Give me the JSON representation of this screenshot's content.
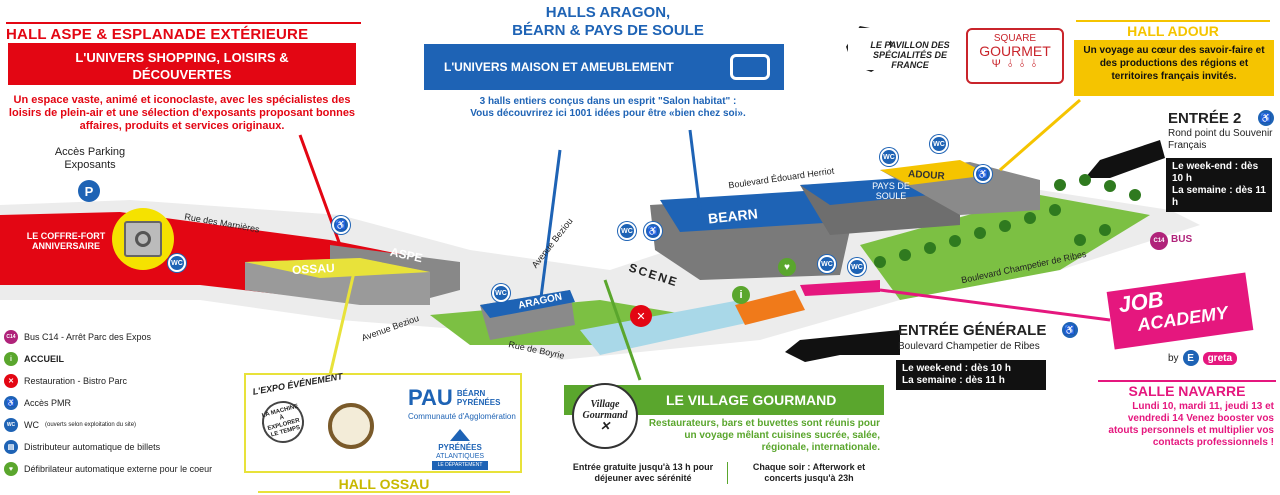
{
  "aspe": {
    "heading": "HALL ASPE & ESPLANADE EXTÉRIEURE",
    "box": "L'UNIVERS SHOPPING, LOISIRS & DÉCOUVERTES",
    "desc": "Un espace vaste, animé et iconoclaste, avec les spécialistes des loisirs de plein-air et une sélection d'exposants proposant bonnes affaires, produits et services originaux."
  },
  "aragon": {
    "heading_line1": "HALLS ARAGON,",
    "heading_line2": "BÉARN & PAYS DE SOULE",
    "box": "L'UNIVERS MAISON ET AMEUBLEMENT",
    "desc_line1": "3 halls entiers conçus dans un esprit \"Salon habitat\" :",
    "desc_line2": "Vous découvrirez ici 1001 idées pour être «bien chez soi»."
  },
  "adour": {
    "heading": "HALL ADOUR",
    "desc": "Un voyage au cœur des savoir-faire et des productions des régions et territoires français invités.",
    "pavillon": "LE PAVILLON DES SPÉCIALITÉS DE FRANCE",
    "square_line1": "SQUARE",
    "square_line2": "GOURMET"
  },
  "entree2": {
    "title": "ENTRÉE 2",
    "place": "Rond point du Souvenir Français",
    "weekend": "Le week-end : dès 10 h",
    "semaine": "La semaine : dès 11 h"
  },
  "entree_generale": {
    "title": "ENTRÉE GÉNÉRALE",
    "place": "Boulevard Champetier de Ribes",
    "weekend": "Le week-end : dès 10 h",
    "semaine": "La semaine : dès 11 h"
  },
  "job": {
    "line1": "JOB",
    "line2": "ACADEMY",
    "by": "by",
    "greta": "greta",
    "salle": "SALLE NAVARRE",
    "desc": "Lundi 10, mardi 11, jeudi 13 et vendredi 14 Venez booster vos atouts personnels et multiplier vos contacts professionnels !"
  },
  "village": {
    "title": "LE VILLAGE GOURMAND",
    "desc": "Restaurateurs, bars et buvettes sont réunis pour un voyage mêlant cuisines sucrée, salée, régionale, internationale.",
    "logo_line1": "Village",
    "logo_line2": "Gourmand",
    "note1": "Entrée gratuite jusqu'à 13 h pour déjeuner avec sérénité",
    "note2": "Chaque soir : Afterwork et concerts jusqu'à 23h"
  },
  "ossau": {
    "title": "HALL OSSAU",
    "expo": "L'EXPO ÉVÉNEMENT",
    "expo_sign": "LA MACHINE À EXPLORER LE TEMPS",
    "pau": "PAU",
    "pau_sub1": "BÉARN PYRÉNÉES",
    "pau_sub2": "Communauté d'Agglomération",
    "pyr1": "PYRÉNÉES",
    "pyr2": "ATLANTIQUES",
    "pyr3": "LE DÉPARTEMENT"
  },
  "map": {
    "acces": "Accès Parking Exposants",
    "coffre": "LE COFFRE-FORT ANNIVERSAIRE",
    "rue_marnieres": "Rue des Marnières",
    "avenue_beziou": "Avenue Beziou",
    "avenue_beziou2": "Avenue Beziou",
    "rue_boyrie": "Rue de Boyrie",
    "bd_herriot": "Boulevard Édouard Herriot",
    "bd_ribes": "Boulevard Champetier de Ribes",
    "scene": "SCENE",
    "bus": "BUS",
    "c14": "C14",
    "halls": {
      "aspe": "ASPE",
      "ossau": "OSSAU",
      "aragon": "ARAGON",
      "bearn": "BEARN",
      "soule": "PAYS DE SOULE",
      "adour": "ADOUR"
    }
  },
  "legend": [
    {
      "icon": "bus-icon",
      "color": "#b0237a",
      "glyph": "C14",
      "label": "Bus C14 - Arrêt Parc des Expos"
    },
    {
      "icon": "accueil-icon",
      "color": "#e30613",
      "glyph": "i",
      "label": "ACCUEIL"
    },
    {
      "icon": "restaurant-icon",
      "color": "#e30613",
      "glyph": "✕",
      "label": "Restauration - Bistro Parc"
    },
    {
      "icon": "pmr-icon",
      "color": "#1e63b5",
      "glyph": "♿",
      "label": "Accès PMR"
    },
    {
      "icon": "wc-icon",
      "color": "#1e63b5",
      "glyph": "WC",
      "label": "WC",
      "note": "(ouverts selon exploitation du site)"
    },
    {
      "icon": "ticket-icon",
      "color": "#1e63b5",
      "glyph": "▤",
      "label": "Distributeur automatique de billets"
    },
    {
      "icon": "defibrillator-icon",
      "color": "#5aa62d",
      "glyph": "♥",
      "label": "Défibrilateur automatique externe pour le coeur"
    }
  ],
  "colors": {
    "red": "#e30613",
    "blue": "#1e63b5",
    "yellow": "#f5c400",
    "green": "#5aa62d",
    "pink": "#e5177e"
  }
}
